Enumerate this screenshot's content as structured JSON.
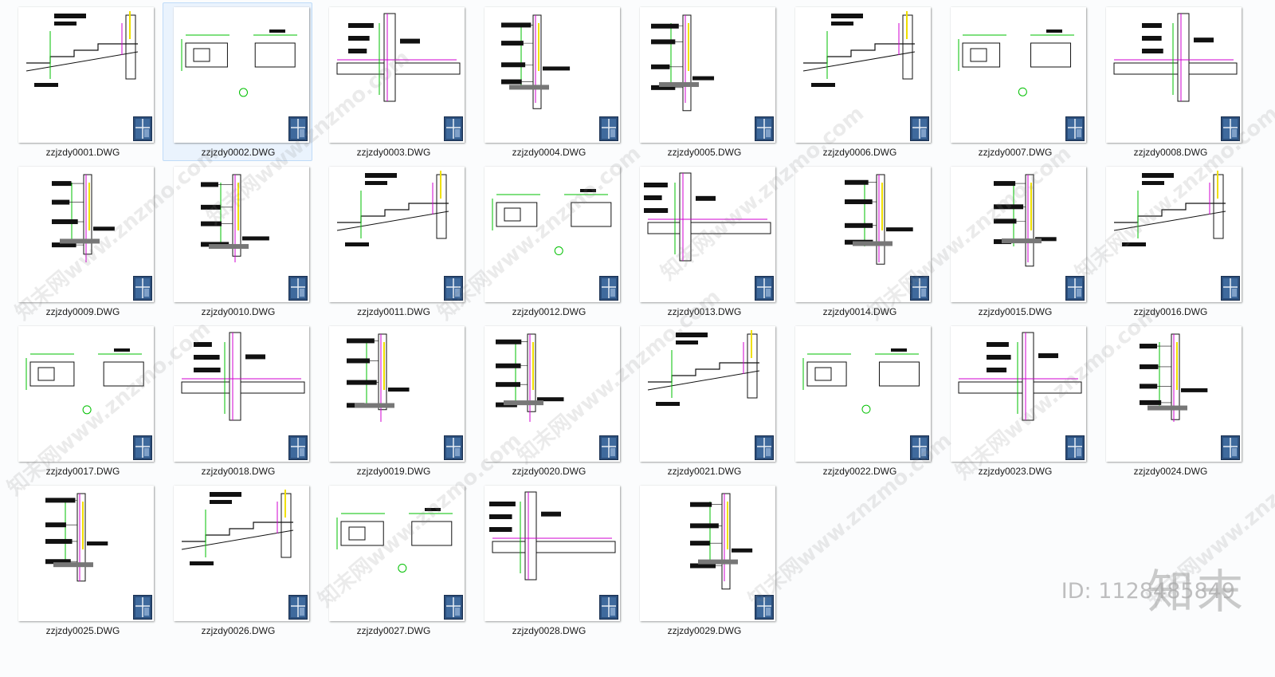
{
  "files": [
    {
      "name": "zzjzdy0001.DWG",
      "selected": false
    },
    {
      "name": "zzjzdy0002.DWG",
      "selected": true
    },
    {
      "name": "zzjzdy0003.DWG",
      "selected": false
    },
    {
      "name": "zzjzdy0004.DWG",
      "selected": false
    },
    {
      "name": "zzjzdy0005.DWG",
      "selected": false
    },
    {
      "name": "zzjzdy0006.DWG",
      "selected": false
    },
    {
      "name": "zzjzdy0007.DWG",
      "selected": false
    },
    {
      "name": "zzjzdy0008.DWG",
      "selected": false
    },
    {
      "name": "zzjzdy0009.DWG",
      "selected": false
    },
    {
      "name": "zzjzdy0010.DWG",
      "selected": false
    },
    {
      "name": "zzjzdy0011.DWG",
      "selected": false
    },
    {
      "name": "zzjzdy0012.DWG",
      "selected": false
    },
    {
      "name": "zzjzdy0013.DWG",
      "selected": false
    },
    {
      "name": "zzjzdy0014.DWG",
      "selected": false
    },
    {
      "name": "zzjzdy0015.DWG",
      "selected": false
    },
    {
      "name": "zzjzdy0016.DWG",
      "selected": false
    },
    {
      "name": "zzjzdy0017.DWG",
      "selected": false
    },
    {
      "name": "zzjzdy0018.DWG",
      "selected": false
    },
    {
      "name": "zzjzdy0019.DWG",
      "selected": false
    },
    {
      "name": "zzjzdy0020.DWG",
      "selected": false
    },
    {
      "name": "zzjzdy0021.DWG",
      "selected": false
    },
    {
      "name": "zzjzdy0022.DWG",
      "selected": false
    },
    {
      "name": "zzjzdy0023.DWG",
      "selected": false
    },
    {
      "name": "zzjzdy0024.DWG",
      "selected": false
    },
    {
      "name": "zzjzdy0025.DWG",
      "selected": false
    },
    {
      "name": "zzjzdy0026.DWG",
      "selected": false
    },
    {
      "name": "zzjzdy0027.DWG",
      "selected": false
    },
    {
      "name": "zzjzdy0028.DWG",
      "selected": false
    },
    {
      "name": "zzjzdy0029.DWG",
      "selected": false
    }
  ],
  "file_icon": "dwg-file-icon",
  "watermark": {
    "text": "知末网www.znzmo.com"
  },
  "brand": {
    "logo": "知末",
    "id": "ID: 1128485849"
  },
  "colors": {
    "selection_bg": "#eaf3fd",
    "selection_border": "#bfdbf8",
    "cad_green": "#00c000",
    "cad_magenta": "#d000d0",
    "cad_yellow": "#f0e000",
    "badge_blue": "#2c4f7c"
  }
}
